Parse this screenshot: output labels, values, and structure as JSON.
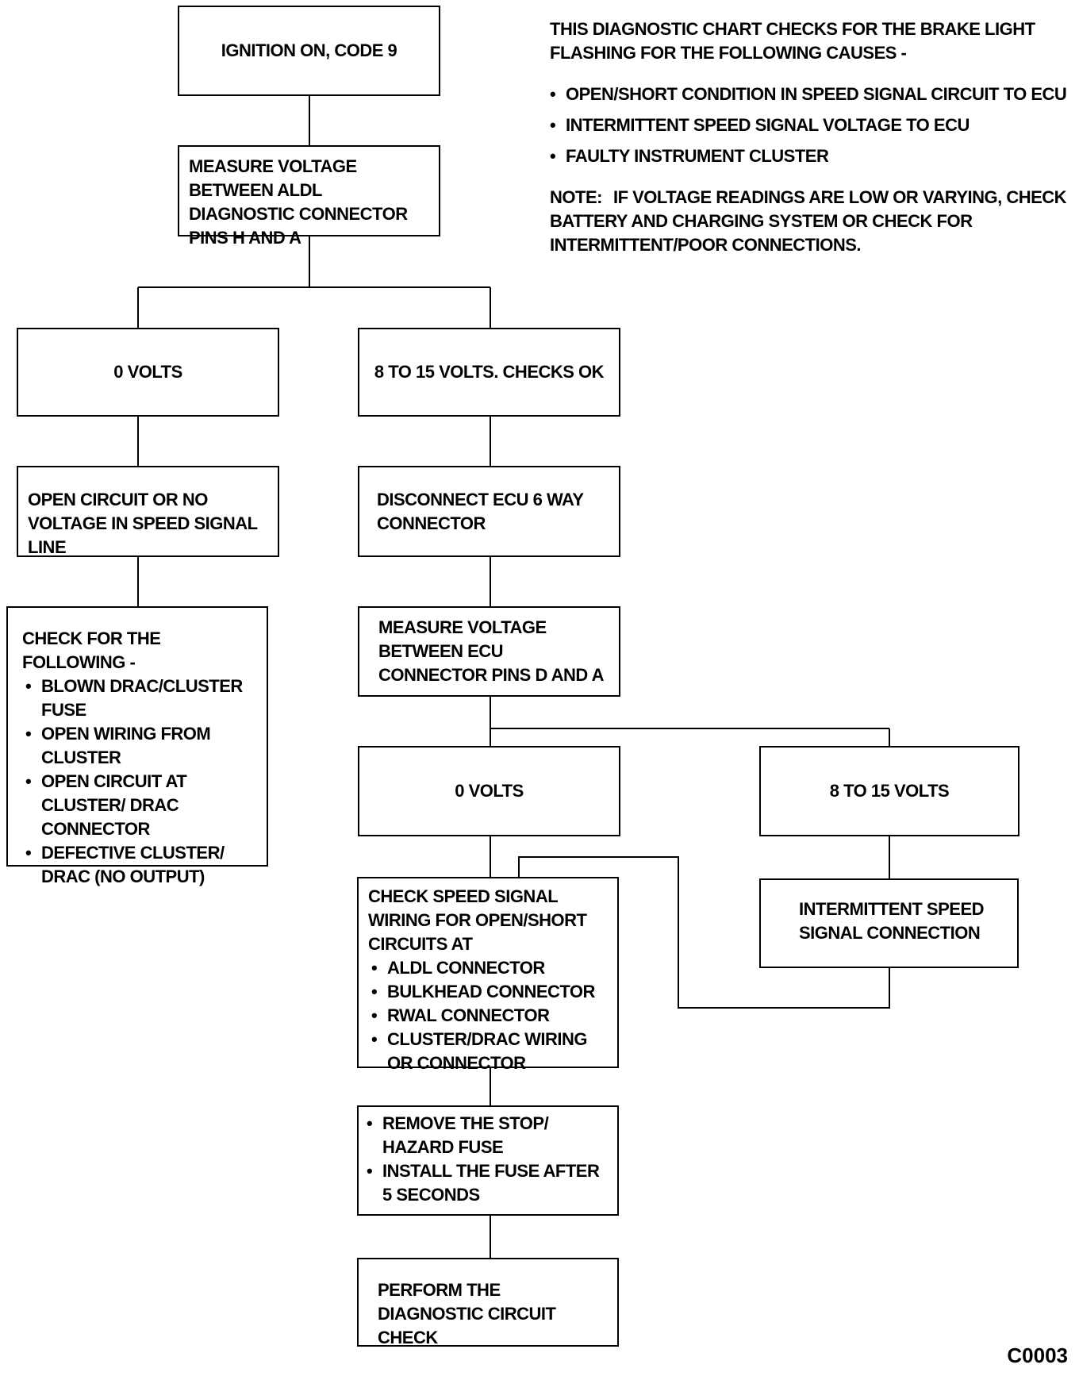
{
  "boxes": {
    "start": "IGNITION ON, CODE 9",
    "measure_aldl": "MEASURE VOLTAGE BETWEEN ALDL DIAGNOSTIC CONNECTOR PINS H AND A",
    "zero_volts_1": "0 VOLTS",
    "ok_volts_1": "8 TO 15 VOLTS. CHECKS OK",
    "open_circuit": "OPEN CIRCUIT OR NO VOLTAGE IN SPEED SIGNAL LINE",
    "disconnect_ecu": "DISCONNECT ECU 6 WAY CONNECTOR",
    "check_following": {
      "heading": "CHECK FOR THE FOLLOWING -",
      "items": [
        "BLOWN DRAC/CLUSTER FUSE",
        "OPEN WIRING FROM CLUSTER",
        "OPEN CIRCUIT AT CLUSTER/ DRAC CONNECTOR",
        "DEFECTIVE CLUSTER/ DRAC (NO OUTPUT)"
      ]
    },
    "measure_ecu": "MEASURE VOLTAGE BETWEEN ECU CONNECTOR PINS D AND A",
    "zero_volts_2": "0 VOLTS",
    "ok_volts_2": "8 TO 15 VOLTS",
    "check_speed_wiring": {
      "heading": "CHECK SPEED SIGNAL WIRING FOR OPEN/SHORT CIRCUITS AT",
      "items": [
        "ALDL CONNECTOR",
        "BULKHEAD CONNECTOR",
        "RWAL CONNECTOR",
        "CLUSTER/DRAC WIRING OR CONNECTOR"
      ]
    },
    "intermittent": "INTERMITTENT SPEED SIGNAL CONNECTION",
    "remove_fuse": {
      "items": [
        "REMOVE THE STOP/ HAZARD FUSE",
        "INSTALL THE FUSE AFTER 5 SECONDS"
      ]
    },
    "perform_check": "PERFORM THE DIAGNOSTIC CIRCUIT CHECK"
  },
  "notes": {
    "intro": "THIS DIAGNOSTIC CHART CHECKS FOR THE BRAKE LIGHT FLASHING FOR THE FOLLOWING CAUSES -",
    "causes": [
      "OPEN/SHORT CONDITION IN SPEED SIGNAL CIRCUIT TO ECU",
      "INTERMITTENT SPEED SIGNAL VOLTAGE TO ECU",
      "FAULTY INSTRUMENT CLUSTER"
    ],
    "note_label": "NOTE:",
    "note_text": "IF VOLTAGE READINGS ARE LOW OR VARYING, CHECK BATTERY AND CHARGING SYSTEM OR CHECK FOR INTERMITTENT/POOR CONNECTIONS."
  },
  "chart_code": "C0003"
}
